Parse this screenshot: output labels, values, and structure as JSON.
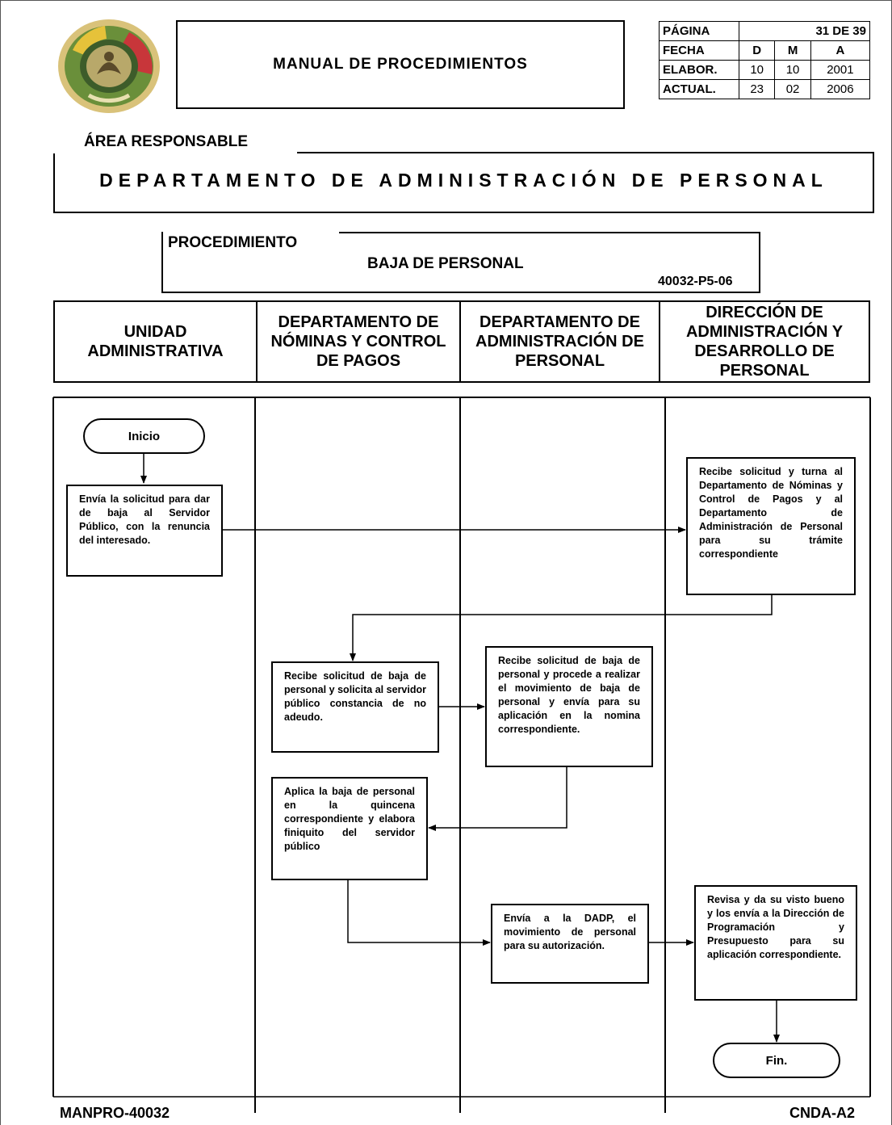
{
  "header": {
    "manual_title": "MANUAL DE PROCEDIMIENTOS",
    "meta": {
      "pagina_label": "PÁGINA",
      "pagina_value": "31 DE 39",
      "fecha_label": "FECHA",
      "col_d": "D",
      "col_m": "M",
      "col_a": "A",
      "elabor_label": "ELABOR.",
      "elabor_d": "10",
      "elabor_m": "10",
      "elabor_a": "2001",
      "actual_label": "ACTUAL.",
      "actual_d": "23",
      "actual_m": "02",
      "actual_a": "2006"
    }
  },
  "area": {
    "label": "ÁREA RESPONSABLE",
    "name": "DEPARTAMENTO DE ADMINISTRACIÓN DE PERSONAL"
  },
  "procedure": {
    "label": "PROCEDIMIENTO",
    "name": "BAJA DE PERSONAL",
    "code": "40032-P5-06"
  },
  "lanes": [
    "UNIDAD ADMINISTRATIVA",
    "DEPARTAMENTO DE NÓMINAS Y CONTROL DE PAGOS",
    "DEPARTAMENTO DE ADMINISTRACIÓN DE PERSONAL",
    "DIRECCIÓN DE ADMINISTRACIÓN Y DESARROLLO DE PERSONAL"
  ],
  "flow": {
    "start": "Inicio",
    "end": "Fin.",
    "step1": "Envía la solicitud para dar de baja al Servidor Público, con la renuncia del interesado.",
    "step2": "Recibe solicitud y turna al Departamento de Nóminas y Control de Pagos y al Departamento de Administración de Personal para su trámite correspondiente",
    "step3": "Recibe solicitud de baja de personal y solicita al servidor público constancia de no adeudo.",
    "step4": "Recibe solicitud de baja de personal y procede a realizar el movimiento de baja de personal y envía para su aplicación en la nomina correspondiente.",
    "step5": "Aplica la baja de personal en la quincena correspondiente y elabora finiquito del servidor público",
    "step6": "Envía a la DADP, el movimiento de personal para su autorización.",
    "step7": "Revisa y da su visto bueno y los envía a la Dirección de Programación y Presupuesto para su aplicación correspondiente."
  },
  "footer": {
    "left": "MANPRO-40032",
    "right": "CNDA-A2"
  }
}
